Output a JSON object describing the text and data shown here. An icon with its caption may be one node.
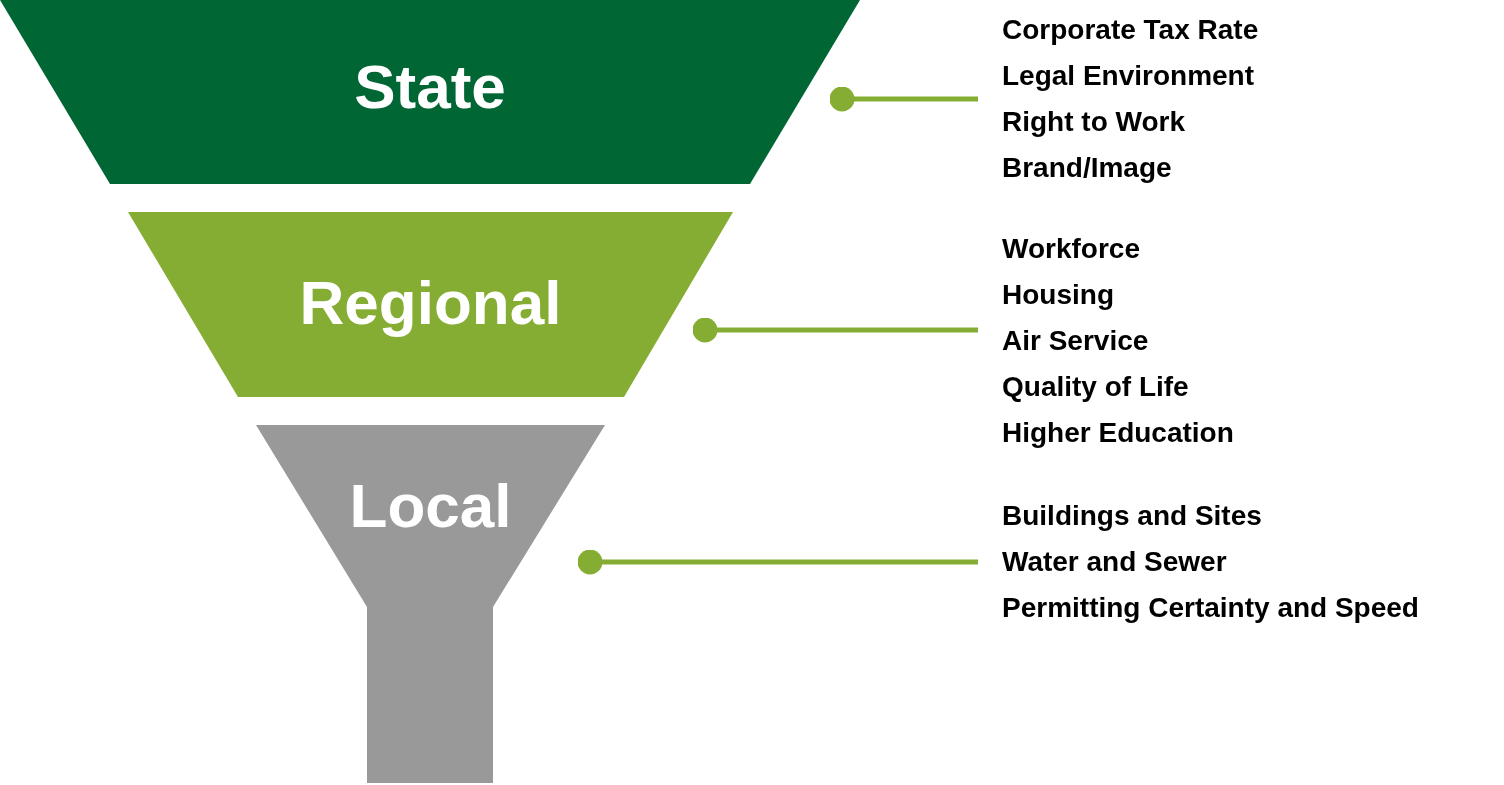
{
  "diagram": {
    "nodes": [
      {
        "text": [
          "State"
        ]
      },
      {
        "text": [
          "Regional"
        ]
      },
      {
        "text": [
          "Local"
        ]
      },
      {
        "text": [
          "Corporate Tax Rate",
          "Legal Environment",
          "Right to Work",
          "Brand/Image"
        ]
      },
      {
        "text": [
          "Workforce",
          "Housing",
          "Air Service",
          "Quality of Life",
          "Higher Education"
        ]
      },
      {
        "text": [
          "Buildings and Sites",
          "Water and Sewer",
          "Permitting Certainty and Speed"
        ]
      }
    ],
    "edges": [
      {
        "from": 3,
        "to": 0,
        "arrow": "other"
      },
      {
        "from": 4,
        "to": 1,
        "arrow": "other"
      },
      {
        "from": 5,
        "to": 2,
        "arrow": "other"
      }
    ]
  }
}
